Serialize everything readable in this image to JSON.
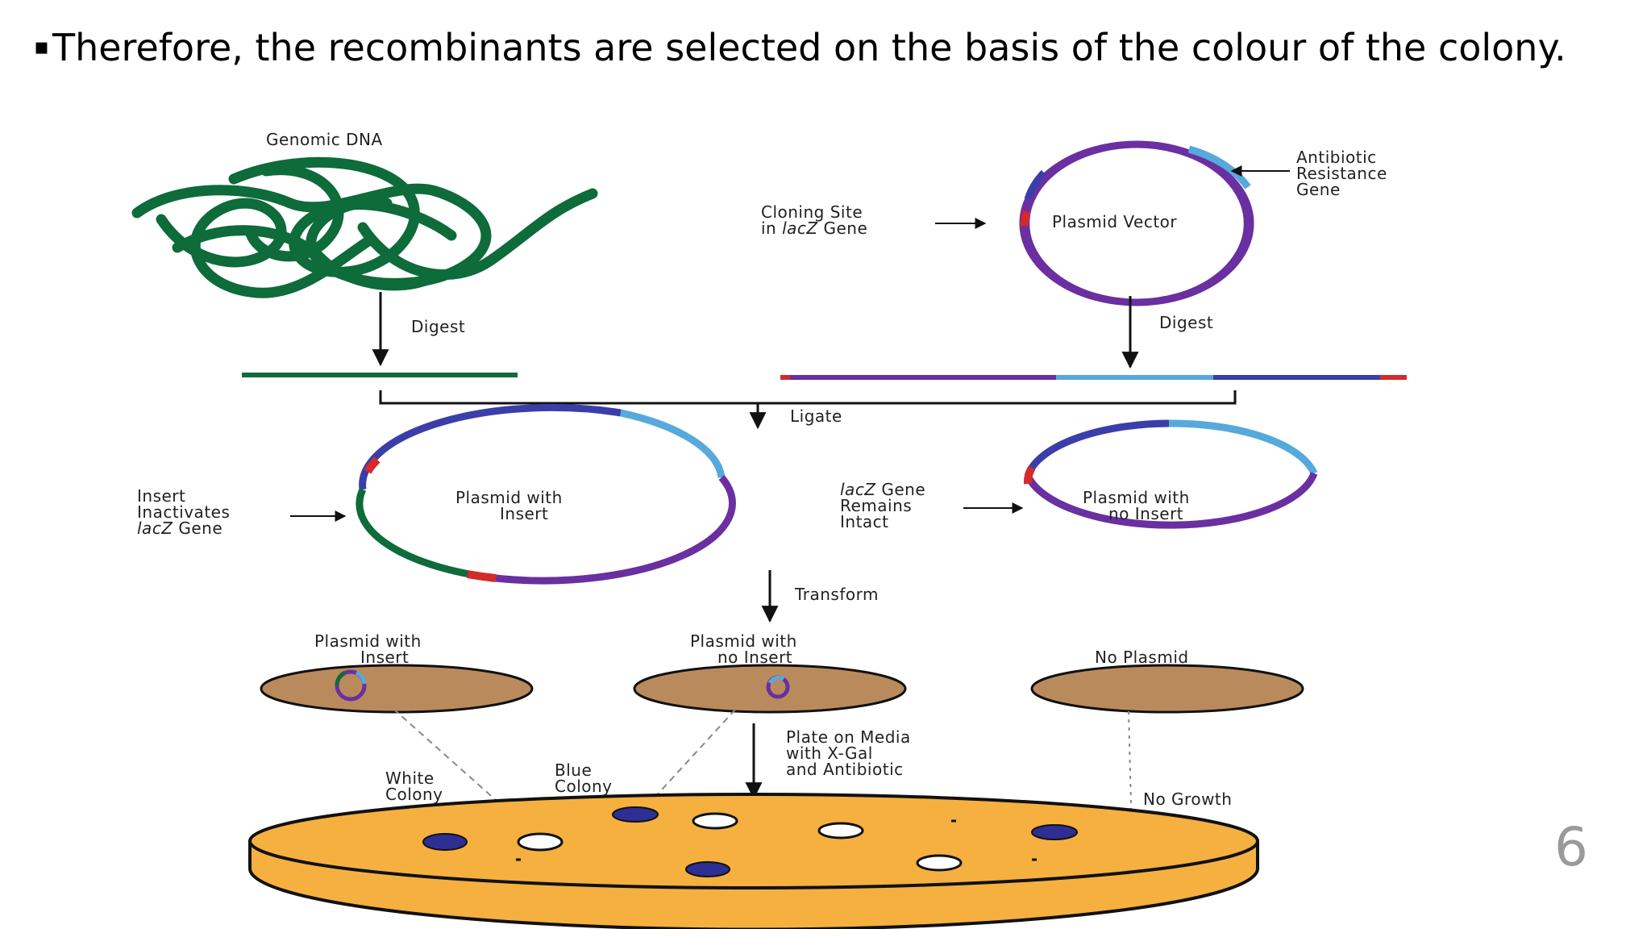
{
  "slide": {
    "bullet_glyph": "▪",
    "text": "Therefore, the recombinants are selected on the basis of the colour of the colony.",
    "page_number": "6"
  },
  "figure": {
    "genomic_dna": "Genomic DNA",
    "digest_left": "Digest",
    "digest_right": "Digest",
    "cloning_site_line1": "Cloning Site",
    "cloning_site_line2_prefix": "in ",
    "cloning_site_line2_gene": "lacZ",
    "cloning_site_line2_suffix": " Gene",
    "plasmid_vector": "Plasmid Vector",
    "antibiotic_line1": "Antibiotic",
    "antibiotic_line2": "Resistance",
    "antibiotic_line3": "Gene",
    "ligate": "Ligate",
    "insert_line1": "Insert",
    "insert_line2": "Inactivates",
    "insert_line3_gene": "lacZ",
    "insert_line3_suffix": " Gene",
    "plasmid_with_insert_line1": "Plasmid with",
    "plasmid_with_insert_line2": "Insert",
    "lacz_remains_line1_gene": "lacZ",
    "lacz_remains_line1_suffix": " Gene",
    "lacz_remains_line2": "Remains",
    "lacz_remains_line3": "Intact",
    "plasmid_no_insert_line1": "Plasmid with",
    "plasmid_no_insert_line2": "no Insert",
    "transform": "Transform",
    "dish1_line1": "Plasmid with",
    "dish1_line2": "Insert",
    "dish2_line1": "Plasmid with",
    "dish2_line2": "no Insert",
    "dish3": "No Plasmid",
    "plate_line1": "Plate on Media",
    "plate_line2": "with X-Gal",
    "plate_line3": "and Antibiotic",
    "white_line1": "White",
    "white_line2": "Colony",
    "blue_line1": "Blue",
    "blue_line2": "Colony",
    "no_growth": "No Growth"
  },
  "colors": {
    "genomic_green": "#0e6b3a",
    "plasmid_purple": "#6a2fa0",
    "resistance_blue": "#56a9dc",
    "cloning_red": "#d42a2a",
    "vector_navy": "#3b3ea8",
    "dish_brown": "#b98b5c",
    "agar_orange": "#f5b040",
    "blue_colony": "#2e2f94",
    "slide_number_grey": "#9a9a9a"
  }
}
